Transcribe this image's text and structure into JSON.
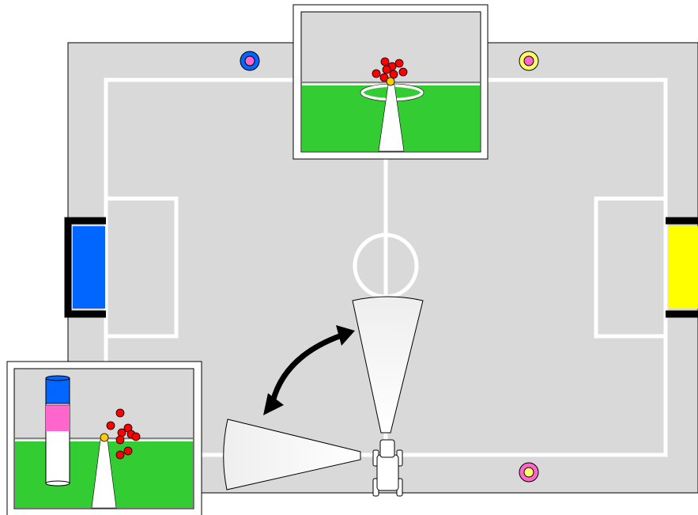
{
  "colors": {
    "field": "#d9d9d9",
    "field_lines": "#ffffff",
    "goal_blue": "#0066ff",
    "goal_yellow": "#ffff00",
    "goal_frame": "#000000",
    "grass": "#33cc33",
    "sky": "#d9d9d9",
    "ball": "#ff0000",
    "ball_candidate": "#ff0000",
    "detected_ball": "#ffcc00",
    "beacon_blue": "#0066ff",
    "beacon_pink": "#ff66cc",
    "beacon_yellow": "#ffff66",
    "robot": "#ffffff",
    "view_cone": "#f2f2f2",
    "arrow": "#000000"
  },
  "beacons": [
    {
      "name": "beacon-top-left",
      "outer": "pink-inner-blue",
      "outer_color": "#0066ff",
      "inner_color": "#ff66cc"
    },
    {
      "name": "beacon-top-right",
      "outer_color": "#ffff66",
      "inner_color": "#ff66cc"
    },
    {
      "name": "beacon-bottom-left",
      "outer_color": "#ff66cc",
      "inner_color": "#0066ff",
      "faded": true
    },
    {
      "name": "beacon-bottom-right",
      "outer_color": "#ff66cc",
      "inner_color": "#ffff66"
    }
  ],
  "icons": {
    "robot": "robot-icon",
    "arrow": "curved-double-arrow-icon",
    "view_cone": "camera-view-cone-icon"
  }
}
